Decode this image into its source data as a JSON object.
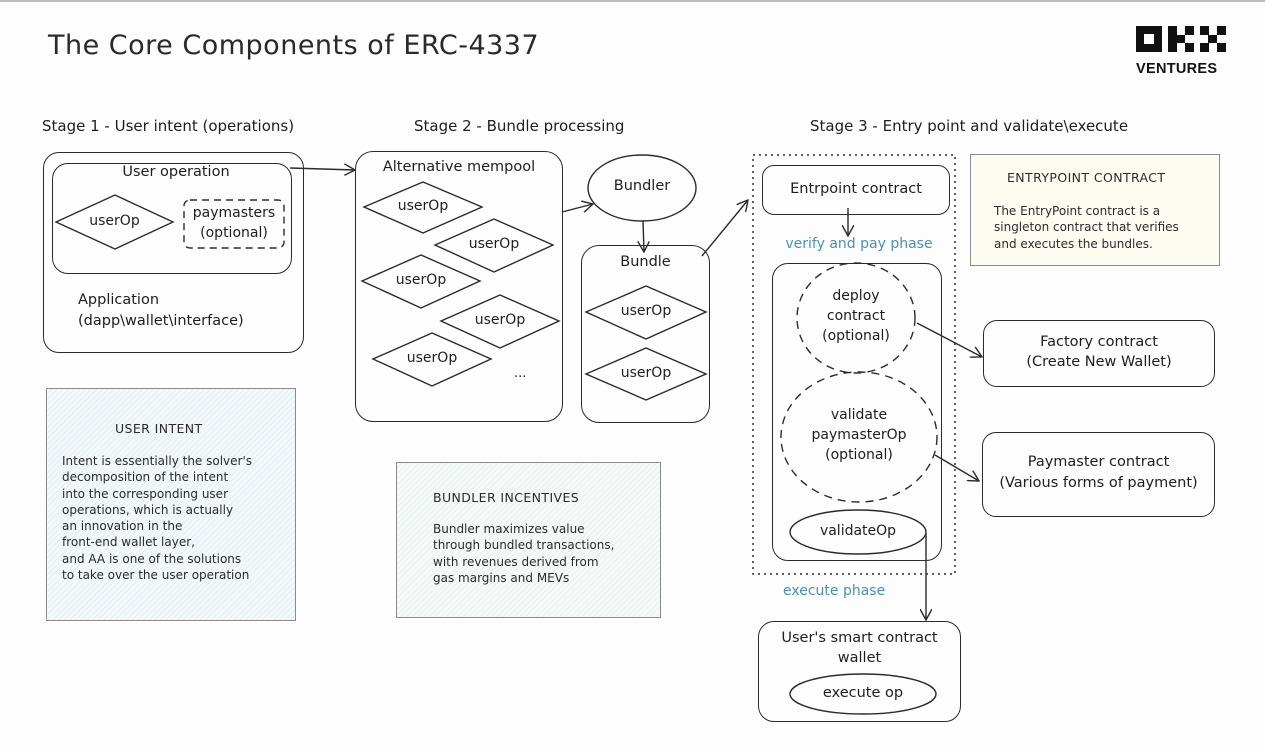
{
  "title": "The Core Components of ERC-4337",
  "logo": {
    "brand": "OKX",
    "sub": "VENTURES"
  },
  "stages": [
    {
      "label": "Stage 1 - User intent (operations)"
    },
    {
      "label": "Stage 2 - Bundle processing"
    },
    {
      "label": "Stage 3 - Entry point and validate\\execute"
    }
  ],
  "stage1": {
    "user_operation_label": "User operation",
    "userop_label": "userOp",
    "paymasters_label": "paymasters",
    "paymasters_sub": "(optional)",
    "application_label": "Application",
    "application_sub": "(dapp\\wallet\\interface)"
  },
  "stage2": {
    "mempool_label": "Alternative mempool",
    "mempool_ops": [
      "userOp",
      "userOp",
      "userOp",
      "userOp",
      "userOp"
    ],
    "ellipsis": "...",
    "bundler_label": "Bundler",
    "bundle_label": "Bundle",
    "bundle_ops": [
      "userOp",
      "userOp"
    ]
  },
  "stage3": {
    "entrypoint_label": "Entrpoint contract",
    "verify_phase_label": "verify and pay phase",
    "deploy_label": [
      "deploy",
      "contract",
      "(optional)"
    ],
    "validate_paymaster_label": [
      "validate",
      "paymasterOp",
      "(optional)"
    ],
    "validateop_label": "validateOp",
    "factory_label": [
      "Factory contract",
      "(Create New Wallet)"
    ],
    "paymaster_contract_label": [
      "Paymaster contract",
      "(Various forms of payment)"
    ],
    "execute_phase_label": "execute phase",
    "wallet_label": [
      "User's smart contract",
      "wallet"
    ],
    "execute_op_label": "execute op"
  },
  "notes": {
    "user_intent": {
      "heading": "USER INTENT",
      "body": "Intent is essentially the solver's\ndecomposition of the intent\ninto the corresponding user\noperations, which is actually\nan innovation in the\nfront-end wallet layer,\nand AA is one of the solutions\nto take over the user operation"
    },
    "bundler_incentives": {
      "heading": "BUNDLER INCENTIVES",
      "body": "Bundler maximizes value\nthrough bundled transactions,\nwith revenues derived from\ngas margins and MEVs"
    },
    "entrypoint_contract": {
      "heading": "ENTRYPOINT CONTRACT",
      "body": "The EntryPoint contract is a\nsingleton contract that verifies\nand executes the bundles."
    }
  },
  "colors": {
    "stroke": "#2b2b2b",
    "phase_text": "#4a90b8",
    "note_blue": "#eef5f8",
    "note_green": "#f1f7f4",
    "note_yellow": "#fdfcf1"
  }
}
